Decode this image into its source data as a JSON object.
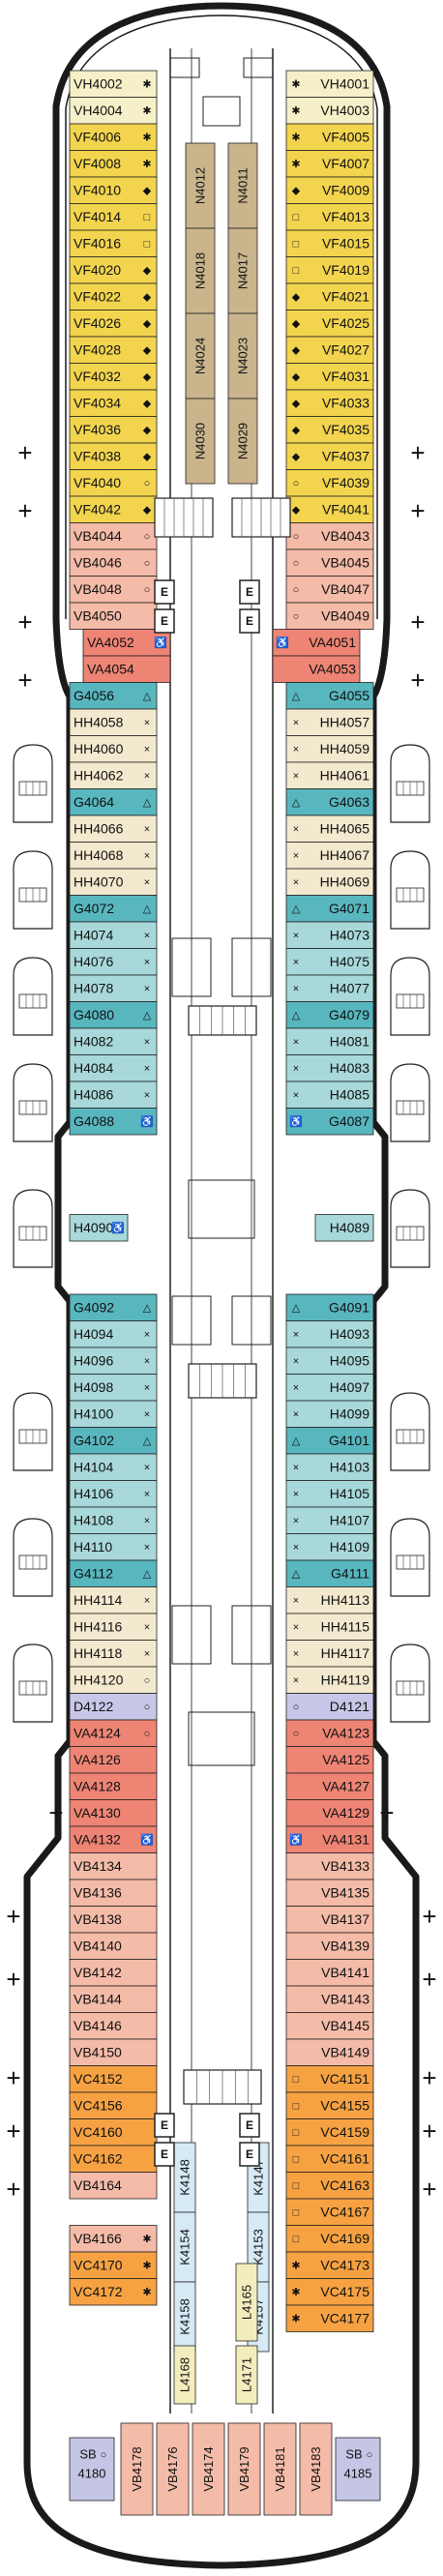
{
  "colors": {
    "VH": "#F6F0C8",
    "VF": "#F2D44E",
    "VB": "#F4BBA8",
    "VA": "#EE8474",
    "HH": "#F3E9CE",
    "H": "#A8D8DA",
    "G": "#58B6BE",
    "D": "#C8C7E8",
    "VC": "#F6A243",
    "SB": "#C5C5E6",
    "N": "#C9B48C",
    "K": "#D6EAF6",
    "L": "#F3EDBE",
    "hull": "#1a1a1a",
    "deck": "#ffffff"
  },
  "elevator_label": "E",
  "icons": {
    "diamond": "◆",
    "square": "□",
    "circle": "○",
    "star": "✱",
    "cross": "×",
    "triangle": "△",
    "accessible": "♿",
    "dot": "●",
    "plus": "+"
  },
  "left_cabins": [
    {
      "code": "VH4002",
      "cat": "VH",
      "icon": "star"
    },
    {
      "code": "VH4004",
      "cat": "VH",
      "icon": "star"
    },
    {
      "code": "VF4006",
      "cat": "VF",
      "icon": "star"
    },
    {
      "code": "VF4008",
      "cat": "VF",
      "icon": "star"
    },
    {
      "code": "VF4010",
      "cat": "VF",
      "icon": "diamond"
    },
    {
      "code": "VF4014",
      "cat": "VF",
      "icon": "square"
    },
    {
      "code": "VF4016",
      "cat": "VF",
      "icon": "square"
    },
    {
      "code": "VF4020",
      "cat": "VF",
      "icon": "diamond"
    },
    {
      "code": "VF4022",
      "cat": "VF",
      "icon": "diamond"
    },
    {
      "code": "VF4026",
      "cat": "VF",
      "icon": "diamond"
    },
    {
      "code": "VF4028",
      "cat": "VF",
      "icon": "diamond"
    },
    {
      "code": "VF4032",
      "cat": "VF",
      "icon": "diamond"
    },
    {
      "code": "VF4034",
      "cat": "VF",
      "icon": "diamond"
    },
    {
      "code": "VF4036",
      "cat": "VF",
      "icon": "diamond"
    },
    {
      "code": "VF4038",
      "cat": "VF",
      "icon": "diamond"
    },
    {
      "code": "VF4040",
      "cat": "VF",
      "icon": "circle"
    },
    {
      "code": "VF4042",
      "cat": "VF",
      "icon": "diamond"
    },
    {
      "code": "VB4044",
      "cat": "VB",
      "icon": "circle"
    },
    {
      "code": "VB4046",
      "cat": "VB",
      "icon": "circle"
    },
    {
      "code": "VB4048",
      "cat": "VB",
      "icon": "circle"
    },
    {
      "code": "VB4050",
      "cat": "VB",
      "icon": ""
    },
    {
      "code": "VA4052",
      "cat": "VA",
      "icon": "accessible",
      "indent": true
    },
    {
      "code": "VA4054",
      "cat": "VA",
      "icon": "",
      "indent": true
    },
    {
      "code": "G4056",
      "cat": "G",
      "icon": "triangle"
    },
    {
      "code": "HH4058",
      "cat": "HH",
      "icon": "cross"
    },
    {
      "code": "HH4060",
      "cat": "HH",
      "icon": "cross"
    },
    {
      "code": "HH4062",
      "cat": "HH",
      "icon": "cross"
    },
    {
      "code": "G4064",
      "cat": "G",
      "icon": "triangle"
    },
    {
      "code": "HH4066",
      "cat": "HH",
      "icon": "cross"
    },
    {
      "code": "HH4068",
      "cat": "HH",
      "icon": "cross"
    },
    {
      "code": "HH4070",
      "cat": "HH",
      "icon": "cross"
    },
    {
      "code": "G4072",
      "cat": "G",
      "icon": "triangle"
    },
    {
      "code": "H4074",
      "cat": "H",
      "icon": "cross"
    },
    {
      "code": "H4076",
      "cat": "H",
      "icon": "cross"
    },
    {
      "code": "H4078",
      "cat": "H",
      "icon": "cross"
    },
    {
      "code": "G4080",
      "cat": "G",
      "icon": "triangle"
    },
    {
      "code": "H4082",
      "cat": "H",
      "icon": "cross"
    },
    {
      "code": "H4084",
      "cat": "H",
      "icon": "cross"
    },
    {
      "code": "H4086",
      "cat": "H",
      "icon": "cross"
    },
    {
      "code": "G4088",
      "cat": "G",
      "icon": "accessible"
    },
    {
      "code": "H4090",
      "cat": "H",
      "icon": "accessible",
      "gap_before": 3,
      "narrow": true
    },
    {
      "code": "G4092",
      "cat": "G",
      "icon": "triangle",
      "gap_before": 2
    },
    {
      "code": "H4094",
      "cat": "H",
      "icon": "cross"
    },
    {
      "code": "H4096",
      "cat": "H",
      "icon": "cross"
    },
    {
      "code": "H4098",
      "cat": "H",
      "icon": "cross"
    },
    {
      "code": "H4100",
      "cat": "H",
      "icon": "cross"
    },
    {
      "code": "G4102",
      "cat": "G",
      "icon": "triangle"
    },
    {
      "code": "H4104",
      "cat": "H",
      "icon": "cross"
    },
    {
      "code": "H4106",
      "cat": "H",
      "icon": "cross"
    },
    {
      "code": "H4108",
      "cat": "H",
      "icon": "cross"
    },
    {
      "code": "H4110",
      "cat": "H",
      "icon": "cross"
    },
    {
      "code": "G4112",
      "cat": "G",
      "icon": "triangle"
    },
    {
      "code": "HH4114",
      "cat": "HH",
      "icon": "cross"
    },
    {
      "code": "HH4116",
      "cat": "HH",
      "icon": "cross"
    },
    {
      "code": "HH4118",
      "cat": "HH",
      "icon": "cross"
    },
    {
      "code": "HH4120",
      "cat": "HH",
      "icon": "circle"
    },
    {
      "code": "D4122",
      "cat": "D",
      "icon": "circle"
    },
    {
      "code": "VA4124",
      "cat": "VA",
      "icon": "circle"
    },
    {
      "code": "VA4126",
      "cat": "VA",
      "icon": ""
    },
    {
      "code": "VA4128",
      "cat": "VA",
      "icon": ""
    },
    {
      "code": "VA4130",
      "cat": "VA",
      "icon": ""
    },
    {
      "code": "VA4132",
      "cat": "VA",
      "icon": "accessible"
    },
    {
      "code": "VB4134",
      "cat": "VB",
      "icon": ""
    },
    {
      "code": "VB4136",
      "cat": "VB",
      "icon": ""
    },
    {
      "code": "VB4138",
      "cat": "VB",
      "icon": ""
    },
    {
      "code": "VB4140",
      "cat": "VB",
      "icon": ""
    },
    {
      "code": "VB4142",
      "cat": "VB",
      "icon": ""
    },
    {
      "code": "VB4144",
      "cat": "VB",
      "icon": ""
    },
    {
      "code": "VB4146",
      "cat": "VB",
      "icon": ""
    },
    {
      "code": "VB4150",
      "cat": "VB",
      "icon": ""
    },
    {
      "code": "VC4152",
      "cat": "VC",
      "icon": ""
    },
    {
      "code": "VC4156",
      "cat": "VC",
      "icon": ""
    },
    {
      "code": "VC4160",
      "cat": "VC",
      "icon": ""
    },
    {
      "code": "VC4162",
      "cat": "VC",
      "icon": ""
    },
    {
      "code": "VB4164",
      "cat": "VB",
      "icon": ""
    },
    {
      "code": "VB4166",
      "cat": "VB",
      "icon": "star",
      "gap_before": 1
    },
    {
      "code": "VC4170",
      "cat": "VC",
      "icon": "star"
    },
    {
      "code": "VC4172",
      "cat": "VC",
      "icon": "star"
    }
  ],
  "right_cabins": [
    {
      "code": "VH4001",
      "cat": "VH",
      "icon": "star"
    },
    {
      "code": "VH4003",
      "cat": "VH",
      "icon": "star"
    },
    {
      "code": "VF4005",
      "cat": "VF",
      "icon": "star"
    },
    {
      "code": "VF4007",
      "cat": "VF",
      "icon": "star"
    },
    {
      "code": "VF4009",
      "cat": "VF",
      "icon": "diamond"
    },
    {
      "code": "VF4013",
      "cat": "VF",
      "icon": "square"
    },
    {
      "code": "VF4015",
      "cat": "VF",
      "icon": "square"
    },
    {
      "code": "VF4019",
      "cat": "VF",
      "icon": "square"
    },
    {
      "code": "VF4021",
      "cat": "VF",
      "icon": "diamond"
    },
    {
      "code": "VF4025",
      "cat": "VF",
      "icon": "diamond"
    },
    {
      "code": "VF4027",
      "cat": "VF",
      "icon": "diamond"
    },
    {
      "code": "VF4031",
      "cat": "VF",
      "icon": "diamond"
    },
    {
      "code": "VF4033",
      "cat": "VF",
      "icon": "diamond"
    },
    {
      "code": "VF4035",
      "cat": "VF",
      "icon": "diamond"
    },
    {
      "code": "VF4037",
      "cat": "VF",
      "icon": "diamond"
    },
    {
      "code": "VF4039",
      "cat": "VF",
      "icon": "circle"
    },
    {
      "code": "VF4041",
      "cat": "VF",
      "icon": "diamond"
    },
    {
      "code": "VB4043",
      "cat": "VB",
      "icon": "circle"
    },
    {
      "code": "VB4045",
      "cat": "VB",
      "icon": "circle"
    },
    {
      "code": "VB4047",
      "cat": "VB",
      "icon": "circle"
    },
    {
      "code": "VB4049",
      "cat": "VB",
      "icon": "circle"
    },
    {
      "code": "VA4051",
      "cat": "VA",
      "icon": "accessible",
      "indent": true
    },
    {
      "code": "VA4053",
      "cat": "VA",
      "icon": "",
      "indent": true
    },
    {
      "code": "G4055",
      "cat": "G",
      "icon": "triangle"
    },
    {
      "code": "HH4057",
      "cat": "HH",
      "icon": "cross"
    },
    {
      "code": "HH4059",
      "cat": "HH",
      "icon": "cross"
    },
    {
      "code": "HH4061",
      "cat": "HH",
      "icon": "cross"
    },
    {
      "code": "G4063",
      "cat": "G",
      "icon": "triangle"
    },
    {
      "code": "HH4065",
      "cat": "HH",
      "icon": "cross"
    },
    {
      "code": "HH4067",
      "cat": "HH",
      "icon": "cross"
    },
    {
      "code": "HH4069",
      "cat": "HH",
      "icon": "cross"
    },
    {
      "code": "G4071",
      "cat": "G",
      "icon": "triangle"
    },
    {
      "code": "H4073",
      "cat": "H",
      "icon": "cross"
    },
    {
      "code": "H4075",
      "cat": "H",
      "icon": "cross"
    },
    {
      "code": "H4077",
      "cat": "H",
      "icon": "cross"
    },
    {
      "code": "G4079",
      "cat": "G",
      "icon": "triangle"
    },
    {
      "code": "H4081",
      "cat": "H",
      "icon": "cross"
    },
    {
      "code": "H4083",
      "cat": "H",
      "icon": "cross"
    },
    {
      "code": "H4085",
      "cat": "H",
      "icon": "cross"
    },
    {
      "code": "G4087",
      "cat": "G",
      "icon": "accessible"
    },
    {
      "code": "H4089",
      "cat": "H",
      "icon": "",
      "gap_before": 3,
      "narrow": true
    },
    {
      "code": "G4091",
      "cat": "G",
      "icon": "triangle",
      "gap_before": 2
    },
    {
      "code": "H4093",
      "cat": "H",
      "icon": "cross"
    },
    {
      "code": "H4095",
      "cat": "H",
      "icon": "cross"
    },
    {
      "code": "H4097",
      "cat": "H",
      "icon": "cross"
    },
    {
      "code": "H4099",
      "cat": "H",
      "icon": "cross"
    },
    {
      "code": "G4101",
      "cat": "G",
      "icon": "triangle"
    },
    {
      "code": "H4103",
      "cat": "H",
      "icon": "cross"
    },
    {
      "code": "H4105",
      "cat": "H",
      "icon": "cross"
    },
    {
      "code": "H4107",
      "cat": "H",
      "icon": "cross"
    },
    {
      "code": "H4109",
      "cat": "H",
      "icon": "cross"
    },
    {
      "code": "G4111",
      "cat": "G",
      "icon": "triangle"
    },
    {
      "code": "HH4113",
      "cat": "HH",
      "icon": "cross"
    },
    {
      "code": "HH4115",
      "cat": "HH",
      "icon": "cross"
    },
    {
      "code": "HH4117",
      "cat": "HH",
      "icon": "cross"
    },
    {
      "code": "HH4119",
      "cat": "HH",
      "icon": "cross"
    },
    {
      "code": "D4121",
      "cat": "D",
      "icon": "circle"
    },
    {
      "code": "VA4123",
      "cat": "VA",
      "icon": "circle"
    },
    {
      "code": "VA4125",
      "cat": "VA",
      "icon": ""
    },
    {
      "code": "VA4127",
      "cat": "VA",
      "icon": ""
    },
    {
      "code": "VA4129",
      "cat": "VA",
      "icon": ""
    },
    {
      "code": "VA4131",
      "cat": "VA",
      "icon": "accessible"
    },
    {
      "code": "VB4133",
      "cat": "VB",
      "icon": ""
    },
    {
      "code": "VB4135",
      "cat": "VB",
      "icon": ""
    },
    {
      "code": "VB4137",
      "cat": "VB",
      "icon": ""
    },
    {
      "code": "VB4139",
      "cat": "VB",
      "icon": ""
    },
    {
      "code": "VB4141",
      "cat": "VB",
      "icon": ""
    },
    {
      "code": "VB4143",
      "cat": "VB",
      "icon": ""
    },
    {
      "code": "VB4145",
      "cat": "VB",
      "icon": ""
    },
    {
      "code": "VB4149",
      "cat": "VB",
      "icon": ""
    },
    {
      "code": "VC4151",
      "cat": "VC",
      "icon": "square"
    },
    {
      "code": "VC4155",
      "cat": "VC",
      "icon": "square"
    },
    {
      "code": "VC4159",
      "cat": "VC",
      "icon": "square"
    },
    {
      "code": "VC4161",
      "cat": "VC",
      "icon": "square"
    },
    {
      "code": "VC4163",
      "cat": "VC",
      "icon": "square"
    },
    {
      "code": "VC4167",
      "cat": "VC",
      "icon": "square"
    },
    {
      "code": "VC4169",
      "cat": "VC",
      "icon": "square"
    },
    {
      "code": "VC4173",
      "cat": "VC",
      "icon": "star"
    },
    {
      "code": "VC4175",
      "cat": "VC",
      "icon": "star"
    },
    {
      "code": "VC4177",
      "cat": "VC",
      "icon": "star"
    }
  ],
  "interior_top": {
    "left_column": [
      "N4012",
      "N4018",
      "N4024",
      "N4030"
    ],
    "right_column": [
      "N4011",
      "N4017",
      "N4023",
      "N4029"
    ]
  },
  "interior_aft": {
    "row1": [
      "K4148",
      "K4147"
    ],
    "row2": [
      "K4154",
      "K4153"
    ],
    "row3": [
      "K4158",
      "K4157"
    ],
    "row4": [
      "L4168",
      "L4165",
      "L4171"
    ]
  },
  "stern_cabins": [
    {
      "code": "SB 4180",
      "cat": "SB",
      "icon": "circle"
    },
    {
      "code": "VB4178",
      "cat": "VB"
    },
    {
      "code": "VB4176",
      "cat": "VB"
    },
    {
      "code": "VB4174",
      "cat": "VB"
    },
    {
      "code": "VB4179",
      "cat": "VB"
    },
    {
      "code": "VB4181",
      "cat": "VB"
    },
    {
      "code": "VB4183",
      "cat": "VB"
    },
    {
      "code": "SB 4185",
      "cat": "SB",
      "icon": "circle"
    }
  ]
}
